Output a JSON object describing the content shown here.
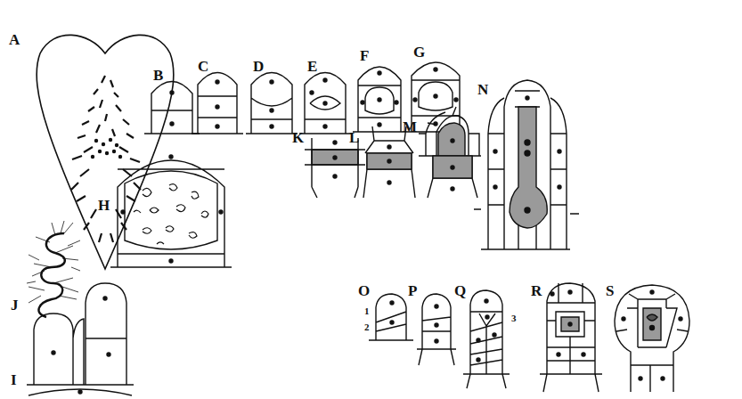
{
  "diagram": {
    "labels": [
      "A",
      "B",
      "C",
      "D",
      "E",
      "F",
      "G",
      "H",
      "J",
      "I",
      "K",
      "L",
      "M",
      "N",
      "O",
      "1",
      "2",
      "P",
      "Q",
      "3",
      "R",
      "S"
    ]
  }
}
